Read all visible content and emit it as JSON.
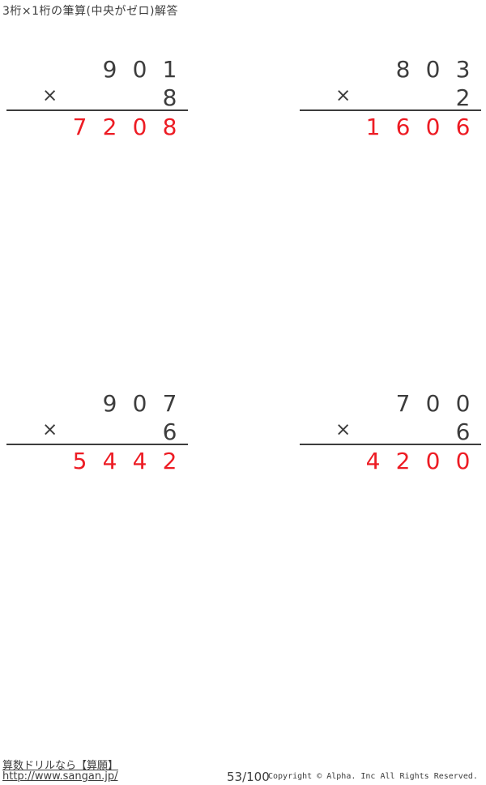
{
  "page": {
    "title": "3桁×1桁の筆算(中央がゼロ)解答",
    "page_number": "53/100",
    "copyright": "Copyright © Alpha. Inc All Rights Reserved.",
    "site_link_label": "算数ドリルなら【算願】",
    "site_url": "http://www.sangan.jp/"
  },
  "colors": {
    "ink": "#3d3d3d",
    "answer_red": "#ed1c24"
  },
  "problems": [
    {
      "multiplicand": "901",
      "operator": "×",
      "multiplier": "8",
      "answer": "7208"
    },
    {
      "multiplicand": "803",
      "operator": "×",
      "multiplier": "2",
      "answer": "1606"
    },
    {
      "multiplicand": "907",
      "operator": "×",
      "multiplier": "6",
      "answer": "5442"
    },
    {
      "multiplicand": "700",
      "operator": "×",
      "multiplier": "6",
      "answer": "4200"
    }
  ]
}
